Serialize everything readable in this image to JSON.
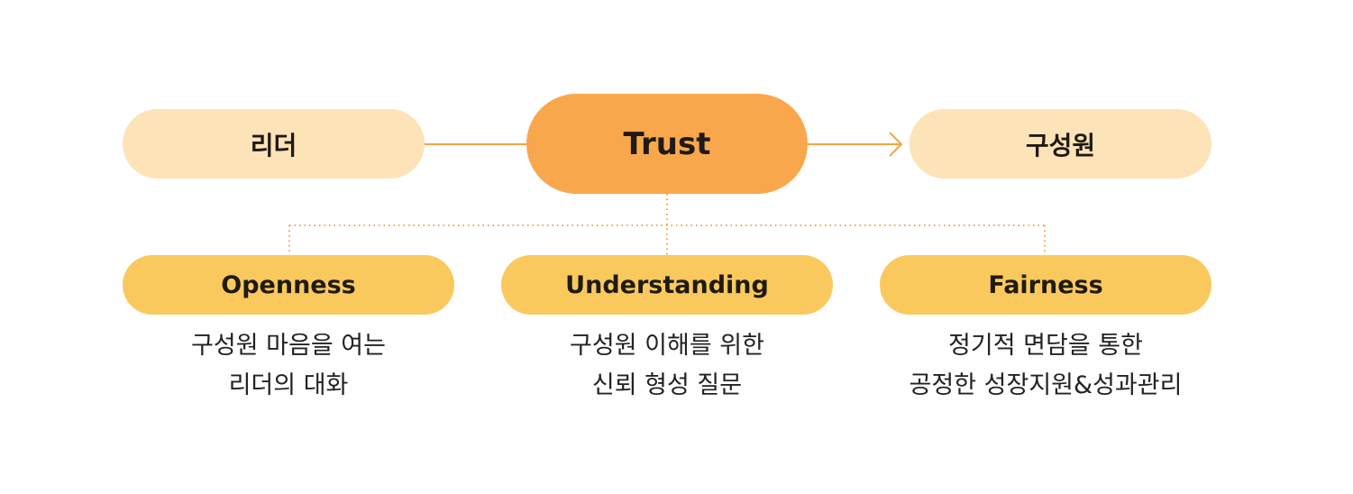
{
  "diagram": {
    "leader": {
      "label": "리더"
    },
    "center": {
      "label": "Trust"
    },
    "member": {
      "label": "구성원"
    },
    "pillars": [
      {
        "label": "Openness",
        "desc_line1": "구성원 마음을 여는",
        "desc_line2": "리더의 대화"
      },
      {
        "label": "Understanding",
        "desc_line1": "구성원 이해를 위한",
        "desc_line2": "신뢰 형성 질문"
      },
      {
        "label": "Fairness",
        "desc_line1": "정기적 면담을 통한",
        "desc_line2": "공정한 성장지원&성과관리"
      }
    ],
    "colors": {
      "side_pill": "#FDE3B8",
      "center_pill": "#F9A74C",
      "pillar_pill": "#FAC95E",
      "connector": "#F5A443",
      "text": "#1f1a14"
    }
  }
}
